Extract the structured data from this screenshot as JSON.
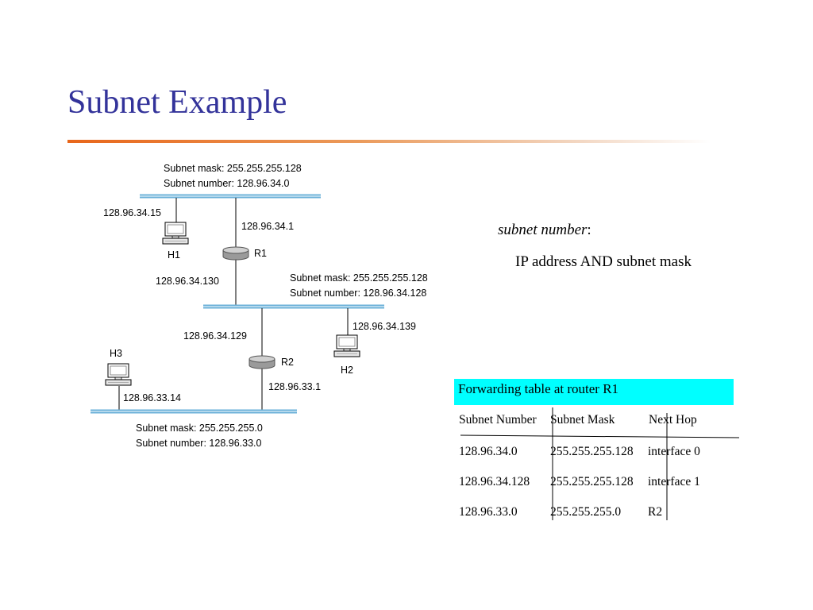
{
  "slide": {
    "title": "Subnet Example"
  },
  "diagram": {
    "subnets": [
      {
        "mask_label": "Subnet mask: 255.255.255.128",
        "number_label": "Subnet number: 128.96.34.0"
      },
      {
        "mask_label": "Subnet mask: 255.255.255.128",
        "number_label": "Subnet number: 128.96.34.128"
      },
      {
        "mask_label": "Subnet mask: 255.255.255.0",
        "number_label": "Subnet number: 128.96.33.0"
      }
    ],
    "hosts": [
      {
        "name": "H1",
        "ip": "128.96.34.15"
      },
      {
        "name": "H2",
        "ip": "128.96.34.139"
      },
      {
        "name": "H3",
        "ip": "128.96.33.14"
      }
    ],
    "routers": [
      {
        "name": "R1",
        "ip_top": "128.96.34.1",
        "ip_bottom": "128.96.34.130"
      },
      {
        "name": "R2",
        "ip_top": "128.96.34.129",
        "ip_bottom": "128.96.33.1"
      }
    ],
    "colors": {
      "bus": "#6ab0d8",
      "router_top": "#d0d0d0",
      "router_body": "#9a9a9a"
    }
  },
  "explanation": {
    "term": "subnet number",
    "colon": ":",
    "definition": "IP address AND subnet mask"
  },
  "forwarding_table": {
    "title": "Forwarding table at router R1",
    "title_bg": "#00ffff",
    "columns": [
      "Subnet Number",
      "Subnet Mask",
      "Next Hop"
    ],
    "rows": [
      [
        "128.96.34.0",
        "255.255.255.128",
        "interface 0"
      ],
      [
        "128.96.34.128",
        "255.255.255.128",
        "interface 1"
      ],
      [
        "128.96.33.0",
        "255.255.255.0",
        "R2"
      ]
    ]
  }
}
